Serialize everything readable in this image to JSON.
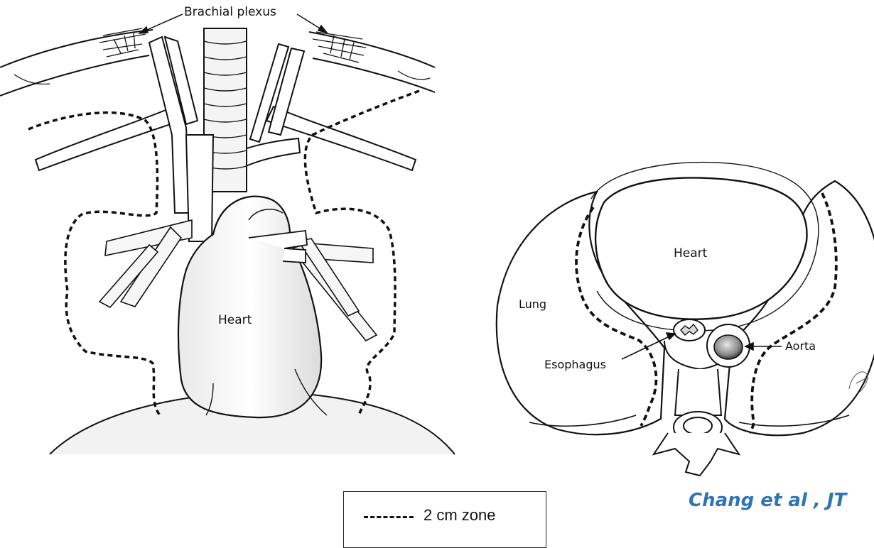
{
  "coronal_view": {
    "labels": {
      "brachial_plexus": "Brachial plexus",
      "heart": "Heart"
    }
  },
  "axial_view": {
    "labels": {
      "heart": "Heart",
      "lung": "Lung",
      "esophagus": "Esophagus",
      "aorta": "Aorta"
    }
  },
  "legend": {
    "label": "2 cm zone"
  },
  "citation": "Chang et al , JT",
  "colors": {
    "citation": "#2e75b6",
    "ink": "#111111"
  }
}
